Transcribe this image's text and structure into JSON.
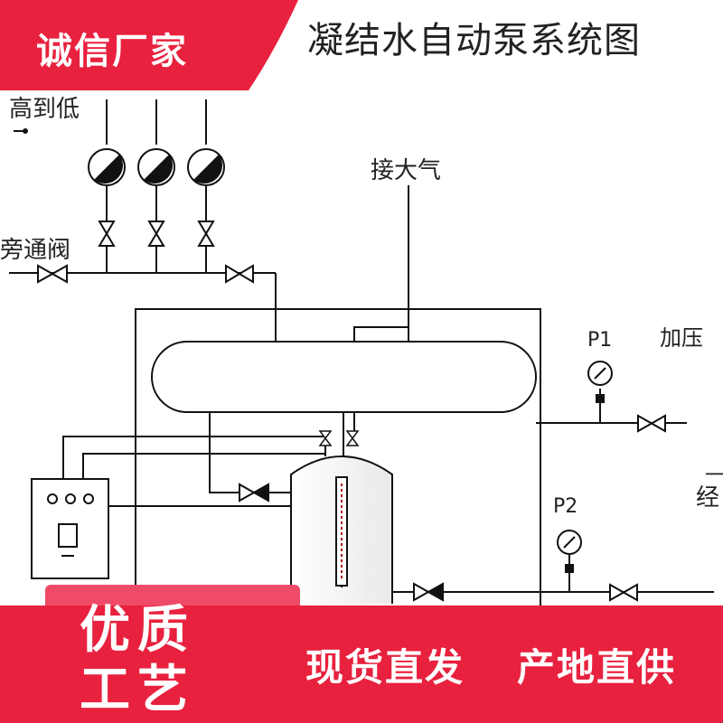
{
  "badge": {
    "text": "诚信厂家"
  },
  "title": "凝结水自动泵系统图",
  "labels": {
    "top_left": "高到低",
    "valve_note": "旁通阀",
    "vent": "接大气",
    "p1": "P1",
    "p2": "P2",
    "pressurize": "加压",
    "right_partial_1": "一",
    "right_partial_2": "经"
  },
  "banner": {
    "quality_line1": "优质",
    "quality_line2": "工艺",
    "slogan1": "现货直发",
    "slogan2": "产地直供"
  },
  "colors": {
    "accent_red": "#e8213e",
    "line": "#111111",
    "text": "#222222"
  }
}
